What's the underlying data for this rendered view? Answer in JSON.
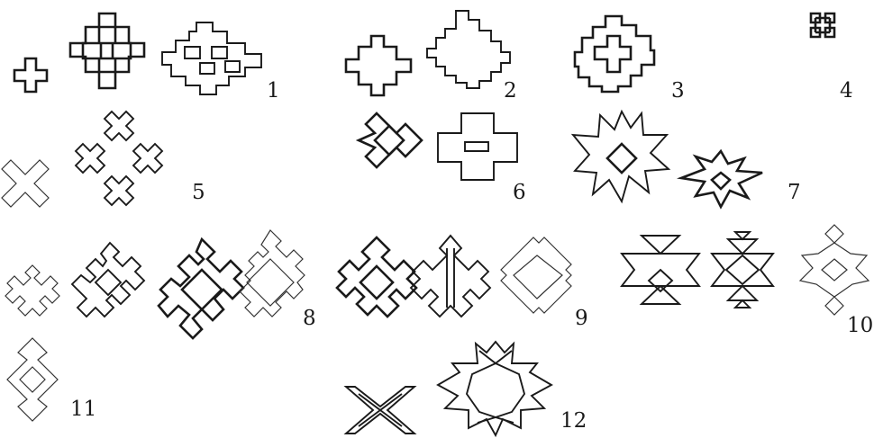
{
  "figure": {
    "labels": [
      "1",
      "2",
      "3",
      "4",
      "5",
      "6",
      "7",
      "8",
      "9",
      "10",
      "11",
      "12"
    ]
  },
  "colors": {
    "ink": "#1a1a1a",
    "background": "#ffffff"
  }
}
